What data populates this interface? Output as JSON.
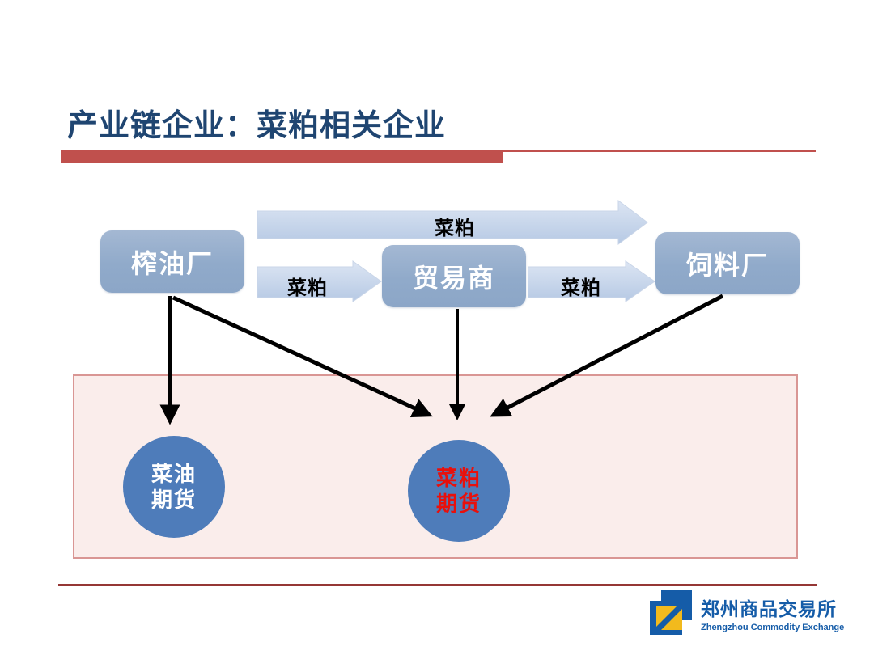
{
  "slide": {
    "title": "产业链企业：菜粕相关企业"
  },
  "flow": {
    "boxes": [
      {
        "id": "oil-press",
        "label": "榨油厂"
      },
      {
        "id": "trader",
        "label": "贸易商"
      },
      {
        "id": "feed-factory",
        "label": "饲料厂"
      }
    ],
    "arrows": [
      {
        "id": "top-long",
        "label": "菜粕"
      },
      {
        "id": "left-short",
        "label": "菜粕"
      },
      {
        "id": "right-short",
        "label": "菜粕"
      }
    ]
  },
  "futures": {
    "circles": [
      {
        "id": "rapeseed-oil-futures",
        "line1": "菜油",
        "line2": "期货",
        "text_color": "#FFFFFF"
      },
      {
        "id": "rapeseed-meal-futures",
        "line1": "菜粕",
        "line2": "期货",
        "text_color": "#E8100C"
      }
    ]
  },
  "footer": {
    "logo_cn": "郑州商品交易所",
    "logo_en": "Zhengzhou Commodity Exchange"
  },
  "colors": {
    "title_text": "#1F4571",
    "underline_red": "#C0504D",
    "node_fill": "#92ABCB",
    "flow_arrow_fill": "#C4D4EA",
    "circle_fill": "#4E7CBA",
    "panel_fill": "#FAEDEB",
    "panel_border": "#D99694",
    "footer_line": "#953735",
    "meal_futures_text": "#E8100C",
    "logo_blue": "#155CA8",
    "logo_yellow": "#F2BA1D"
  }
}
